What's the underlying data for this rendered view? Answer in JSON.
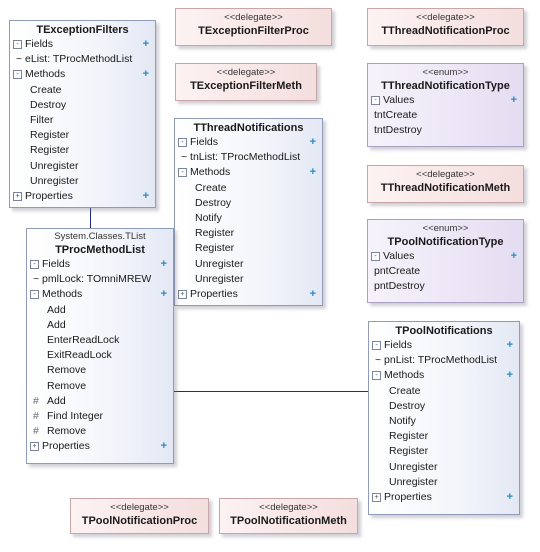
{
  "exception_filter": {
    "title": "TExceptionFilters",
    "fields": "Fields",
    "field": "~ eList: TProcMethodList",
    "methods": "Methods",
    "method_items": [
      "Create",
      "Destroy",
      "Filter",
      "Register",
      "Register",
      "Unregister",
      "Unregister"
    ],
    "properties": "Properties"
  },
  "delegate_exception_filter_proc": {
    "stereotype": "<<delegate>>",
    "name": "TExceptionFilterProc"
  },
  "delegate_exception_filter_method": {
    "stereotype": "<<delegate>>",
    "name": "TExceptionFilterMeth"
  },
  "delegate_thread_notification_proc": {
    "stereotype": "<<delegate>>",
    "name": "TThreadNotificationProc"
  },
  "delegate_thread_notification_method": {
    "stereotype": "<<delegate>>",
    "name": "TThreadNotificationMeth"
  },
  "enum_thread_notification_type": {
    "stereotype": "<<enum>>",
    "name": "TThreadNotificationType",
    "values_label": "Values",
    "values": [
      "tntCreate",
      "tntDestroy"
    ]
  },
  "thread_notifications": {
    "title": "TThreadNotifications",
    "fields": "Fields",
    "field": "~ tnList: TProcMethodList",
    "methods": "Methods",
    "method_items": [
      "Create",
      "Destroy",
      "Notify",
      "Register",
      "Register",
      "Unregister",
      "Unregister"
    ],
    "properties": "Properties"
  },
  "proc_method_list": {
    "stereotype": "System.Classes.TList",
    "title": "TProcMethodList",
    "fields": "Fields",
    "field": "~ pmlLock: TOmniMREW",
    "methods": "Methods",
    "method_items": [
      {
        "mark": "",
        "label": "Add"
      },
      {
        "mark": "",
        "label": "Add"
      },
      {
        "mark": "",
        "label": "EnterReadLock"
      },
      {
        "mark": "",
        "label": "ExitReadLock"
      },
      {
        "mark": "",
        "label": "Remove"
      },
      {
        "mark": "",
        "label": "Remove"
      },
      {
        "mark": "#",
        "label": "Add"
      },
      {
        "mark": "#",
        "label": "Find Integer"
      },
      {
        "mark": "#",
        "label": "Remove"
      }
    ],
    "properties": "Properties"
  },
  "enum_pool_notification_type": {
    "stereotype": "<<enum>>",
    "name": "TPoolNotificationType",
    "values_label": "Values",
    "values": [
      "pntCreate",
      "pntDestroy"
    ]
  },
  "pool_notifications": {
    "title": "TPoolNotifications",
    "fields": "Fields",
    "field": "~ pnList: TProcMethodList",
    "methods": "Methods",
    "method_items": [
      "Create",
      "Destroy",
      "Notify",
      "Register",
      "Register",
      "Unregister",
      "Unregister"
    ],
    "properties": "Properties"
  },
  "delegate_pool_notification_proc": {
    "stereotype": "<<delegate>>",
    "name": "TPoolNotificationProc"
  },
  "delegate_pool_notification_method": {
    "stereotype": "<<delegate>>",
    "name": "TPoolNotificationMeth"
  },
  "icons": {
    "expand": "plus-icon",
    "toggle": "collapse-toggle-icon"
  },
  "colors": {
    "connector": "#1f2a88",
    "add_plus": "#2a8ac0"
  }
}
